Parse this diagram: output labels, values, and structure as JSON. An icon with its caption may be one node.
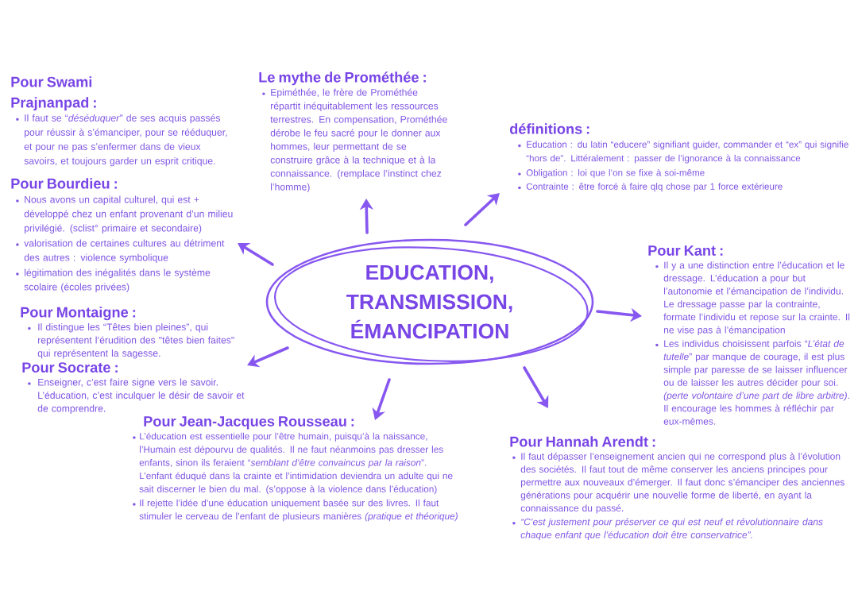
{
  "diagram": {
    "nodes": [
      {
        "text": [
          "Pour Swami Prajnanpad :",
          "Il faut se “*déséduquer*” de ses acquis passés pour réussir à s’émanciper, pour se rééduquer, et pour ne pas s’enfermer dans de vieux savoirs, et toujours garder un esprit critique."
        ]
      },
      {
        "text": [
          "Le mythe de Prométhée :",
          "Epiméthée, le frère de Prométhée répartit inéquitablement les ressources terrestres. En compensation, Prométhée dérobe le feu sacré pour le donner aux hommes, leur permettant de se construire grâce à la technique et à la connaissance. (remplace l’instinct chez l’homme)"
        ]
      },
      {
        "text": [
          "définitions :",
          "Education : du latin “educere” signifiant guider, commander et “ex” qui signifie “hors de”. Littéralement : passer de l’ignorance à la connaissance",
          "Obligation : loi que l’on se fixe à soi-même",
          "Contrainte : être forcé à faire qlq chose par 1 force extérieure"
        ]
      },
      {
        "text": [
          "Pour Bourdieu :",
          "Nous avons un capital culturel, qui est + développé chez un enfant provenant d’un milieu privilégié. (sclist° primaire et secondaire)",
          "valorisation de certaines cultures au détriment des autres : violence symbolique",
          "légitimation des inégalités dans le système scolaire (écoles privées)"
        ]
      },
      {
        "text": [
          "EDUCATION, TRANSMISSION, ÉMANCIPATION"
        ]
      },
      {
        "text": [
          "Pour Kant :",
          "Il y a une distinction entre l’éducation et le dressage. L’éducation a pour but l’autonomie et l’émancipation de l’individu. Le dressage passe par la contrainte, formate l’individu et repose sur la crainte. Il ne vise pas à l’émancipation",
          "Les individus choisissent parfois “*L’état de tutelle*” par manque de courage, il est plus simple par paresse de se laisser influencer ou de laisser les autres décider pour soi. *(perte volontaire d’une part de libre arbitre)*. Il encourage les hommes à réfléchir par eux-mêmes."
        ]
      },
      {
        "text": [
          "Pour Montaigne :",
          "Il distingue les “Têtes bien pleines”, qui représentent l’érudition des \"têtes bien faites\" qui représentent la sagesse."
        ]
      },
      {
        "text": [
          "Pour Socrate :",
          "Enseigner, c’est faire signe vers le savoir. L’éducation, c’est inculquer le désir de savoir et de comprendre."
        ]
      },
      {
        "text": [
          "Pour Jean-Jacques Rousseau :",
          "L’éducation est essentielle pour l’être humain, puisqu’à la naissance, l’Humain est dépourvu de qualités. Il ne faut néanmoins pas dresser les enfants, sinon ils feraient “*semblant d’être convaincus par la raison*”. L’enfant éduqué dans la crainte et l’intimidation deviendra un adulte qui ne sait discerner le bien du mal. (s’oppose à la violence dans l’éducation)",
          "Il rejette l’idée d’une éducation uniquement basée sur des livres. Il faut stimuler le cerveau de l’enfant de plusieurs manières *(pratique et théorique)*"
        ]
      },
      {
        "text": [
          "Pour Hannah Arendt :",
          "Il faut dépasser l’enseignement ancien qui ne correspond plus à l’évolution des sociétés. Il faut tout de même conserver les anciens principes pour permettre aux nouveaux d’émerger. Il faut donc s’émanciper des anciennes générations pour acquérir une nouvelle forme de liberté, en ayant la connaissance du passé.",
          "“C’est justement pour préserver ce qui est neuf et révolutionnaire dans chaque enfant que l’éducation doit être conservatrice”."
        ]
      }
    ],
    "edges": [
      {
        "from": 4,
        "to": 3,
        "arrow": "to"
      },
      {
        "from": 4,
        "to": 1,
        "arrow": "to"
      },
      {
        "from": 4,
        "to": 2,
        "arrow": "to"
      },
      {
        "from": 4,
        "to": 5,
        "arrow": "to"
      },
      {
        "from": 4,
        "to": 9,
        "arrow": "to"
      },
      {
        "from": 4,
        "to": 8,
        "arrow": "to"
      },
      {
        "from": 4,
        "to": 7,
        "arrow": "to"
      }
    ]
  }
}
